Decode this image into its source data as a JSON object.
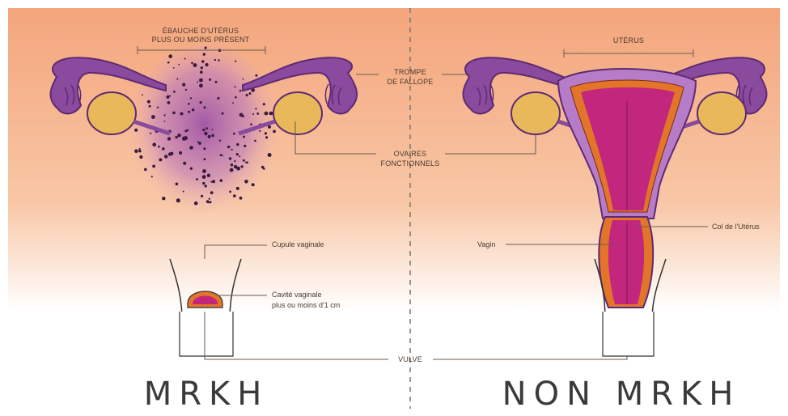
{
  "colors": {
    "bg_top": "#f5ad84",
    "bg_bottom": "#ffffff",
    "purple": "#8a4a9e",
    "purple_dark": "#5e2a73",
    "ovary": "#e8b85a",
    "magenta": "#c2267d",
    "orange": "#e2752a",
    "lilac": "#b77cc8"
  },
  "left": {
    "label_ebauche": [
      "ÉBAUCHE D'UTÉRUS",
      "PLUS OU MOINS PRÉSENT"
    ],
    "label_cupule": "Cupule vaginale",
    "label_cavite": [
      "Cavité vaginale",
      "plus ou moins d'1 cm"
    ],
    "title": "MRKH"
  },
  "center": {
    "label_trompe": [
      "TROMPE",
      "DE FALLOPE"
    ],
    "label_ovaires": [
      "OVAIRES",
      "FONCTIONNELS"
    ],
    "label_vulve": "VULVE"
  },
  "right": {
    "label_uterus": "UTÉRUS",
    "label_col": "Col de l'Utérus",
    "label_vagin": "Vagin",
    "title": "NON MRKH"
  }
}
